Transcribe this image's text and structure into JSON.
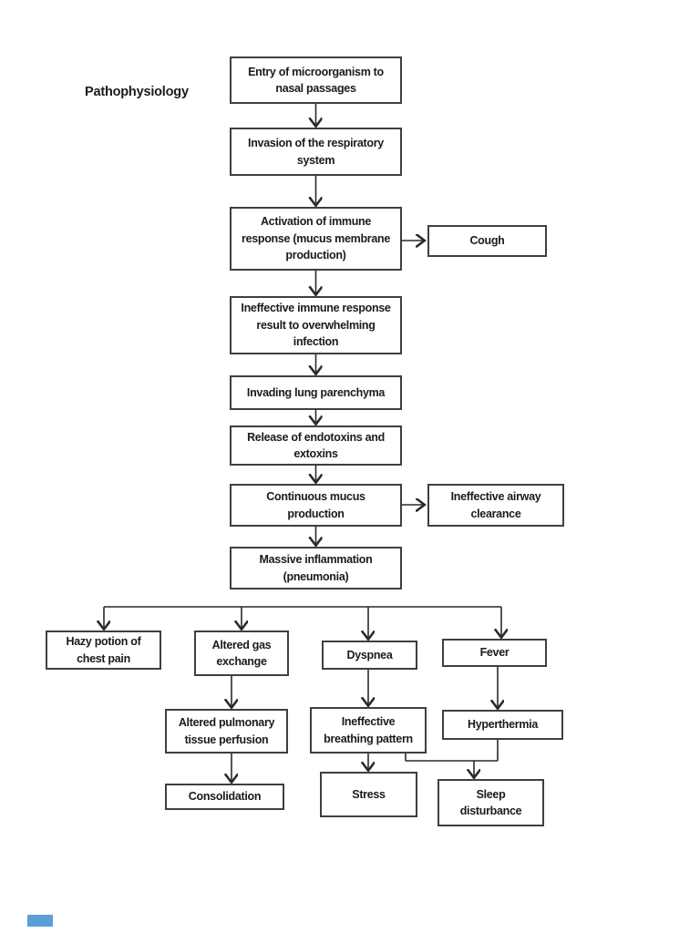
{
  "page": {
    "title": "Pathophysiology"
  },
  "nodes": {
    "entry": {
      "label": "Entry of microorganism to\nnasal passages"
    },
    "invasion": {
      "label": "Invasion of the respiratory\nsystem"
    },
    "activation": {
      "label": "Activation of immune\nresponse (mucus membrane\nproduction)"
    },
    "cough": {
      "label": "Cough"
    },
    "immune": {
      "label": "Ineffective immune response\nresult to overwhelming\ninfection"
    },
    "invading": {
      "label": "Invading lung parenchyma"
    },
    "release": {
      "label": "Release of endotoxins and\nextoxins"
    },
    "continuous": {
      "label": "Continuous mucus\nproduction"
    },
    "airway": {
      "label": "Ineffective airway\nclearance"
    },
    "massive": {
      "label": "Massive inflammation\n(pneumonia)"
    },
    "hazy": {
      "label": "Hazy potion of\nchest pain"
    },
    "gas": {
      "label": "Altered gas\nexchange"
    },
    "dyspnea": {
      "label": "Dyspnea"
    },
    "fever": {
      "label": "Fever"
    },
    "pulmonary": {
      "label": "Altered pulmonary\ntissue perfusion"
    },
    "breathing": {
      "label": "Ineffective\nbreathing pattern"
    },
    "hyperthermia": {
      "label": "Hyperthermia"
    },
    "consolidation": {
      "label": "Consolidation"
    },
    "stress": {
      "label": "Stress"
    },
    "sleep": {
      "label": "Sleep\ndisturbance"
    }
  },
  "colors": {
    "box_border": "#3f3f3f",
    "connector": "#2a2a2a",
    "text": "#1b1b1b",
    "page_background": "#ffffff",
    "bottom_marker_blue": "#5b9fd8"
  }
}
